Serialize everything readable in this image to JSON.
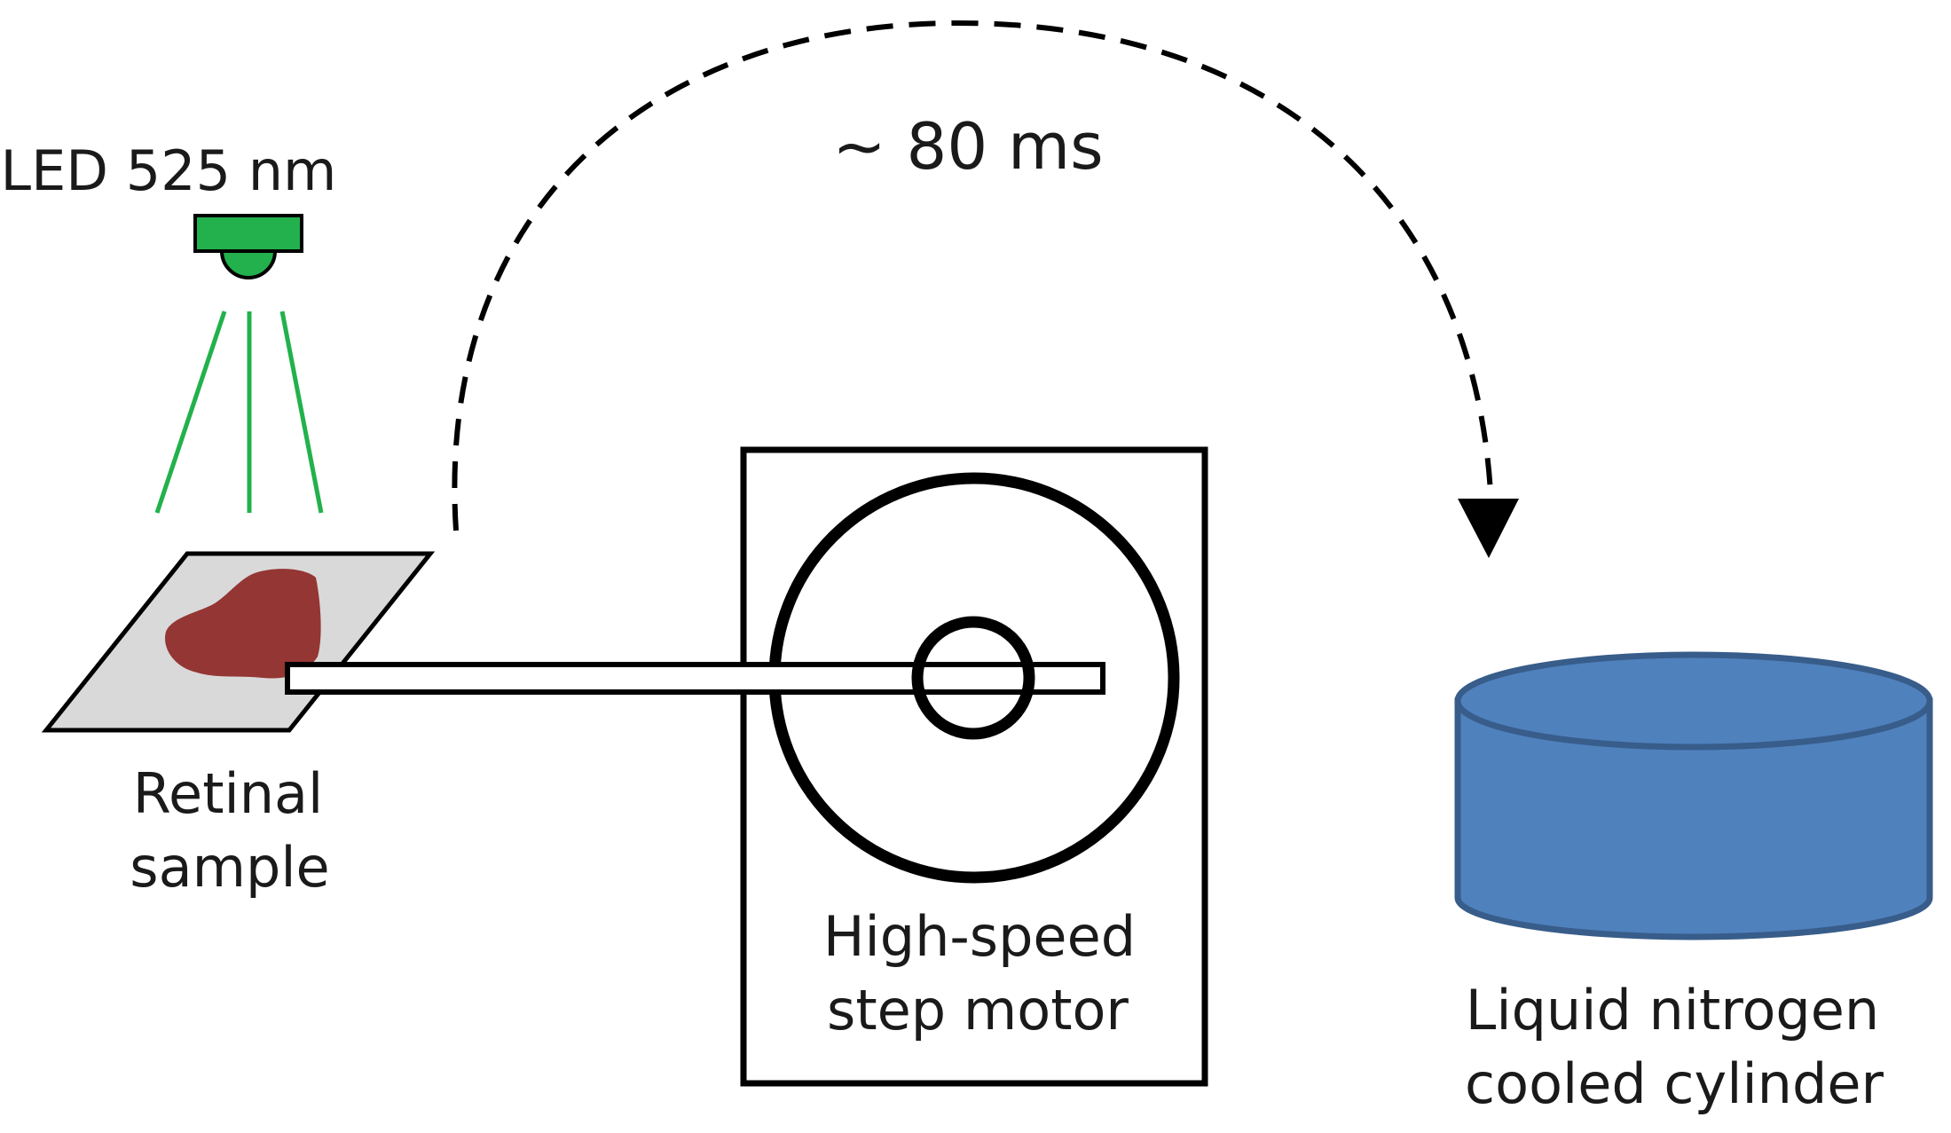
{
  "labels": {
    "led": "LED 525 nm",
    "transfer_time": "~ 80 ms",
    "sample_line1": "Retinal",
    "sample_line2": "sample",
    "motor_line1": "High-speed",
    "motor_line2": "step motor",
    "cylinder_line1": "Liquid nitrogen",
    "cylinder_line2": "cooled cylinder"
  },
  "colors": {
    "led_green": "#22b14c",
    "light_rays": "#22b14c",
    "tissue": "#943634",
    "slide": "#d9d9d9",
    "cylinder_fill": "#4f81bd",
    "cylinder_stroke": "#385d8a",
    "outline": "#000000"
  }
}
